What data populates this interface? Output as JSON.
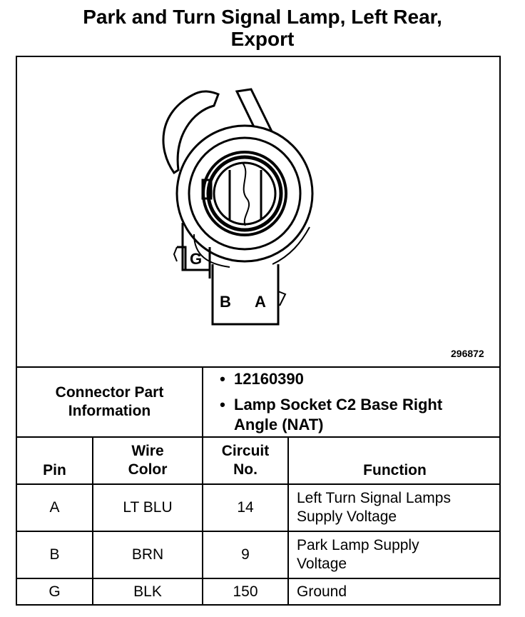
{
  "title": {
    "line1": "Park and Turn Signal Lamp, Left Rear,",
    "line2": "Export"
  },
  "figure": {
    "number": "296872",
    "labels": {
      "g": "G",
      "b": "B",
      "a": "A"
    }
  },
  "connector_info": {
    "label_line1": "Connector Part",
    "label_line2": "Information",
    "bullet": "•",
    "items": [
      {
        "line1": "12160390",
        "line2": ""
      },
      {
        "line1": "Lamp Socket C2 Base Right",
        "line2": "Angle (NAT)"
      }
    ]
  },
  "table": {
    "headers": {
      "pin": "Pin",
      "wire_color_l1": "Wire",
      "wire_color_l2": "Color",
      "circuit_l1": "Circuit",
      "circuit_l2": "No.",
      "function": "Function"
    },
    "rows": [
      {
        "pin": "A",
        "wire_color": "LT BLU",
        "circuit": "14",
        "function_l1": "Left Turn Signal Lamps",
        "function_l2": "Supply Voltage"
      },
      {
        "pin": "B",
        "wire_color": "BRN",
        "circuit": "9",
        "function_l1": "Park Lamp Supply",
        "function_l2": "Voltage"
      },
      {
        "pin": "G",
        "wire_color": "BLK",
        "circuit": "150",
        "function_l1": "Ground",
        "function_l2": ""
      }
    ]
  }
}
